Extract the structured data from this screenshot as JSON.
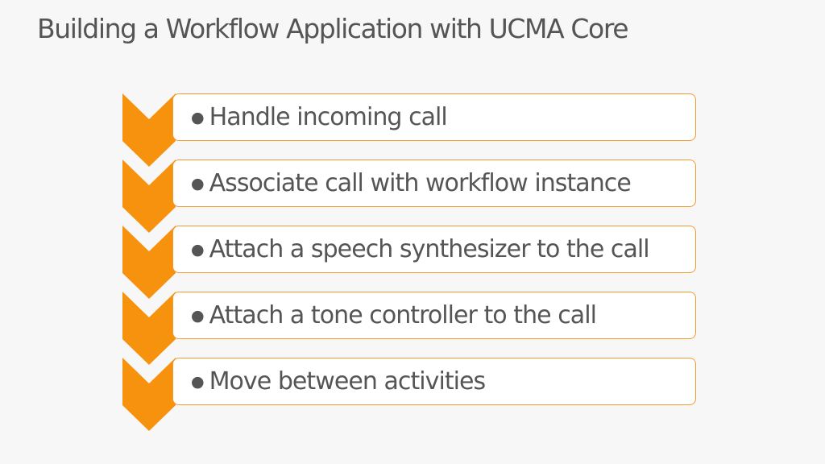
{
  "slide": {
    "title": "Building a Workflow Application with UCMA Core"
  },
  "colors": {
    "accent": "#f7920f",
    "border": "#f39a2d",
    "text": "#555555",
    "background": "#f7f7f7"
  },
  "steps": [
    {
      "text": "Handle incoming call"
    },
    {
      "text": "Associate call with workflow instance"
    },
    {
      "text": "Attach a speech synthesizer to the call"
    },
    {
      "text": "Attach a tone controller to the call"
    },
    {
      "text": "Move between activities"
    }
  ]
}
